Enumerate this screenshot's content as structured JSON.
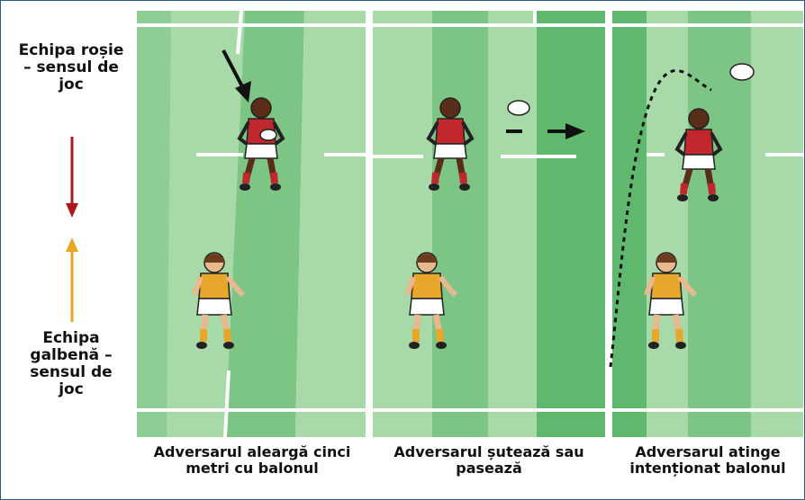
{
  "colors": {
    "grass_dark": "#5fb86e",
    "grass_mid": "#7cc585",
    "grass_light": "#a8d9a8",
    "red_team": "#c0282d",
    "yellow_team": "#e7a72a",
    "arrow_red": "#b1151c",
    "arrow_yellow": "#e9a623",
    "frame": "#2a5c8a"
  },
  "legend": {
    "red_team": [
      "Echipa roșie",
      "– sensul de",
      "joc"
    ],
    "yellow_team": [
      "Echipa",
      "galbenă –",
      "sensul de",
      "joc"
    ]
  },
  "panels": [
    {
      "caption": [
        "Adversarul aleargă cinci",
        "metri cu balonul"
      ],
      "icon": "run-arrow-icon"
    },
    {
      "caption": [
        "Adversarul șutează sau",
        "pasează"
      ],
      "icon": "pass-arrow-icon"
    },
    {
      "caption": [
        "Adversarul atinge",
        "intenționat balonul"
      ],
      "icon": "ball-trajectory-icon"
    }
  ]
}
